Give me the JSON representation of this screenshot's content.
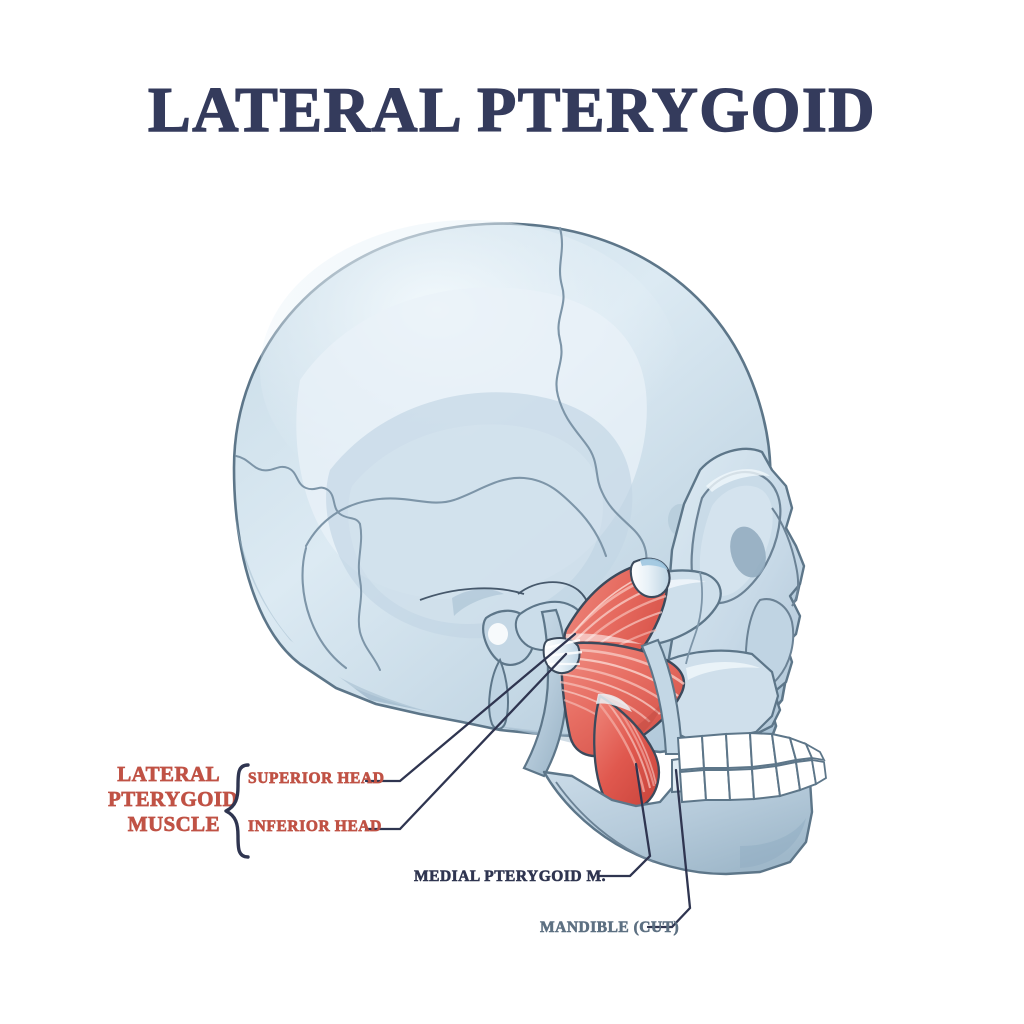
{
  "page": {
    "title": "LATERAL PTERYGOID",
    "background_color": "#ffffff",
    "type": "anatomical-illustration",
    "subject": "Human skull lateral view showing lateral pterygoid muscle"
  },
  "colors": {
    "title_navy": "#343b5c",
    "label_red": "#c05245",
    "label_navy": "#2f3550",
    "label_slate": "#5d7082",
    "bone_light": "#dfe9f1",
    "bone_mid": "#c3d5e2",
    "bone_shadow": "#a8bfd0",
    "bone_outline": "#5b7287",
    "suture_line": "#7b92a6",
    "muscle_red": "#e8756a",
    "muscle_red_dark": "#d4544a",
    "muscle_red_light": "#f09a90",
    "muscle_highlight": "#f7c5be",
    "tendon_white": "#eef4f8",
    "tooth_white": "#ffffff",
    "leader_line": "#2f3550"
  },
  "labels": {
    "group": {
      "lines": [
        "LATERAL",
        "PTERYGOID",
        "MUSCLE"
      ],
      "color": "#c05245",
      "brace": "{"
    },
    "items": [
      {
        "name": "superior-head",
        "text": "SUPERIOR HEAD",
        "color": "#c05245"
      },
      {
        "name": "inferior-head",
        "text": "INFERIOR HEAD",
        "color": "#c05245"
      },
      {
        "name": "medial-pterygoid",
        "text": "MEDIAL PTERYGOID M.",
        "color": "#2f3550"
      },
      {
        "name": "mandible-cut",
        "text": "MANDIBLE (CUT)",
        "color": "#5d7082"
      }
    ]
  },
  "anatomy": {
    "structures": [
      "cranium",
      "frontal bone",
      "parietal bone",
      "temporal bone",
      "occipital bone",
      "sphenoid bone",
      "coronal suture",
      "lambdoid suture",
      "squamous suture",
      "orbit",
      "nasal aperture",
      "zygomatic arch",
      "maxilla",
      "mandible (cut)",
      "mandibular condyle",
      "coronoid process",
      "upper teeth",
      "lower teeth",
      "lateral pterygoid superior head",
      "lateral pterygoid inferior head",
      "medial pterygoid muscle"
    ]
  }
}
